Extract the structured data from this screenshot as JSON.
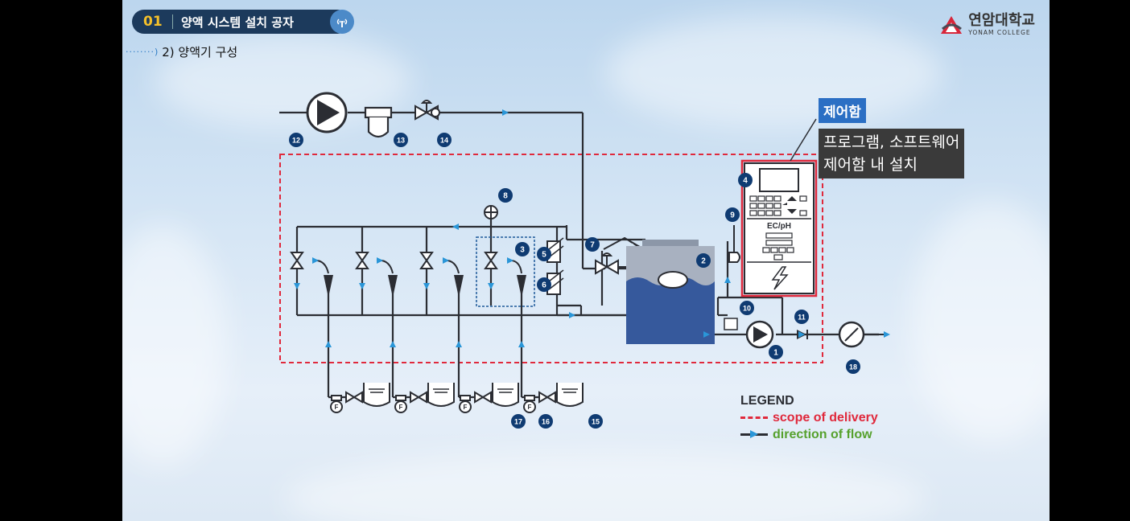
{
  "header": {
    "section_number": "01",
    "section_title": "양액 시스템 설치 공자",
    "sub_heading": "2) 양액기 구성"
  },
  "logo": {
    "name_ko": "연암대학교",
    "name_en": "YONAM COLLEGE"
  },
  "diagram": {
    "callouts": [
      "1",
      "2",
      "3",
      "4",
      "5",
      "6",
      "7",
      "8",
      "9",
      "10",
      "11",
      "12",
      "13",
      "14",
      "15",
      "16",
      "17",
      "18"
    ],
    "filter_letter": "F",
    "controller_label": "EC/pH"
  },
  "control_box": {
    "title": "제어함",
    "description_line1": "프로그램, 소프트웨어",
    "description_line2": "제어함 내 설치"
  },
  "legend": {
    "title": "LEGEND",
    "scope": "scope of delivery",
    "flow": "direction of flow"
  },
  "colors": {
    "header_bg": "#1c3a5c",
    "section_number": "#f4c02a",
    "scope_red": "#e0293c",
    "flow_green": "#56a12d",
    "pipe": "#2b2d33",
    "arrow_blue": "#2a96d8",
    "tank_water": "#36599c",
    "callout_bg": "#0f3b72",
    "control_title_bg": "#2b6fc4"
  },
  "icons": [
    "wifi-icon",
    "pump-icon",
    "valve-icon",
    "filter-icon",
    "gauge-icon",
    "lightning-icon",
    "logo-mark"
  ]
}
